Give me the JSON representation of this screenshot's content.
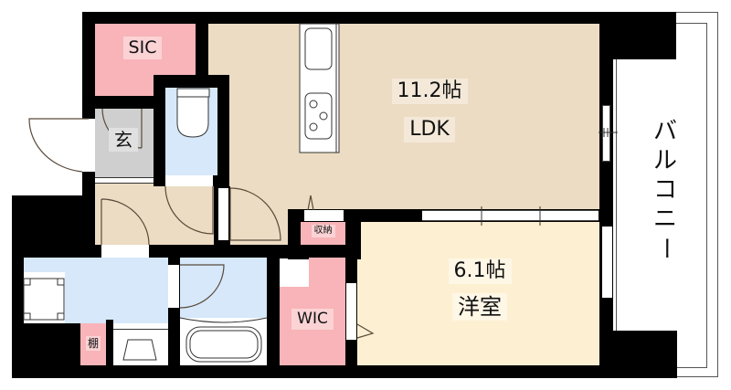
{
  "floor_plan": {
    "colors": {
      "wall": "#000000",
      "ldk": "#ecdcc3",
      "western_room": "#fdf0d2",
      "storage_pink": "#f8b4b8",
      "wet_area_blue": "#d6e8fa",
      "entrance_gray": "#cfcfcf",
      "balcony": "#ffffff",
      "label_bg_ldk": "#f4e9d9",
      "label_bg_room": "#fef7e6",
      "label_bg_pink": "#fbd3d5",
      "label_bg_gray": "#e0e0e0"
    },
    "rooms": {
      "ldk": {
        "size": "11.2帖",
        "name": "LDK"
      },
      "western": {
        "size": "6.1帖",
        "name": "洋室"
      },
      "sic": {
        "name": "SIC"
      },
      "entrance": {
        "name": "玄"
      },
      "wic": {
        "name": "WIC"
      },
      "storage": {
        "name": "収納"
      },
      "shelf": {
        "name": "棚"
      },
      "balcony": {
        "name": "バルコニー"
      }
    },
    "balcony_chars": [
      "バ",
      "ル",
      "コ",
      "ニ",
      "ー"
    ]
  }
}
